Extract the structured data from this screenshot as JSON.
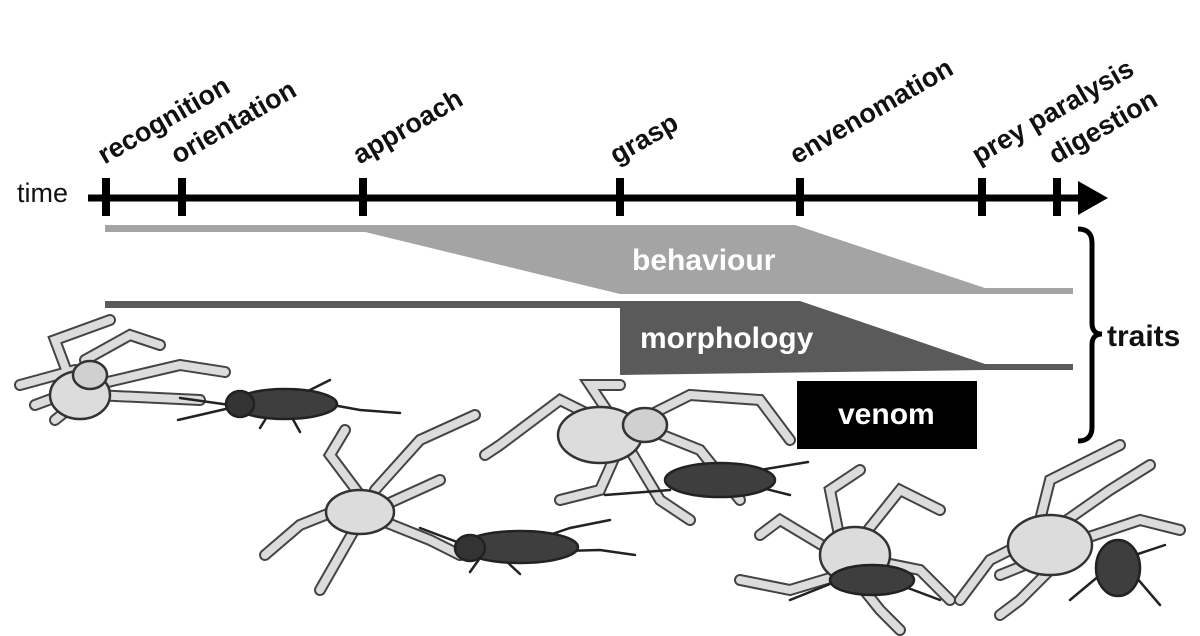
{
  "timeline": {
    "axis_label": "time",
    "stages": [
      "recognition",
      "orientation",
      "approach",
      "grasp",
      "envenomation",
      "prey paralysis",
      "digestion"
    ]
  },
  "traits": {
    "behaviour": "behaviour",
    "morphology": "morphology",
    "venom": "venom",
    "group_label": "traits"
  },
  "colors": {
    "behaviour": "#a4a4a4",
    "morphology": "#5a5a5a",
    "venom": "#000000",
    "spider": "#dcdcdc",
    "cricket": "#3e3e3e"
  }
}
